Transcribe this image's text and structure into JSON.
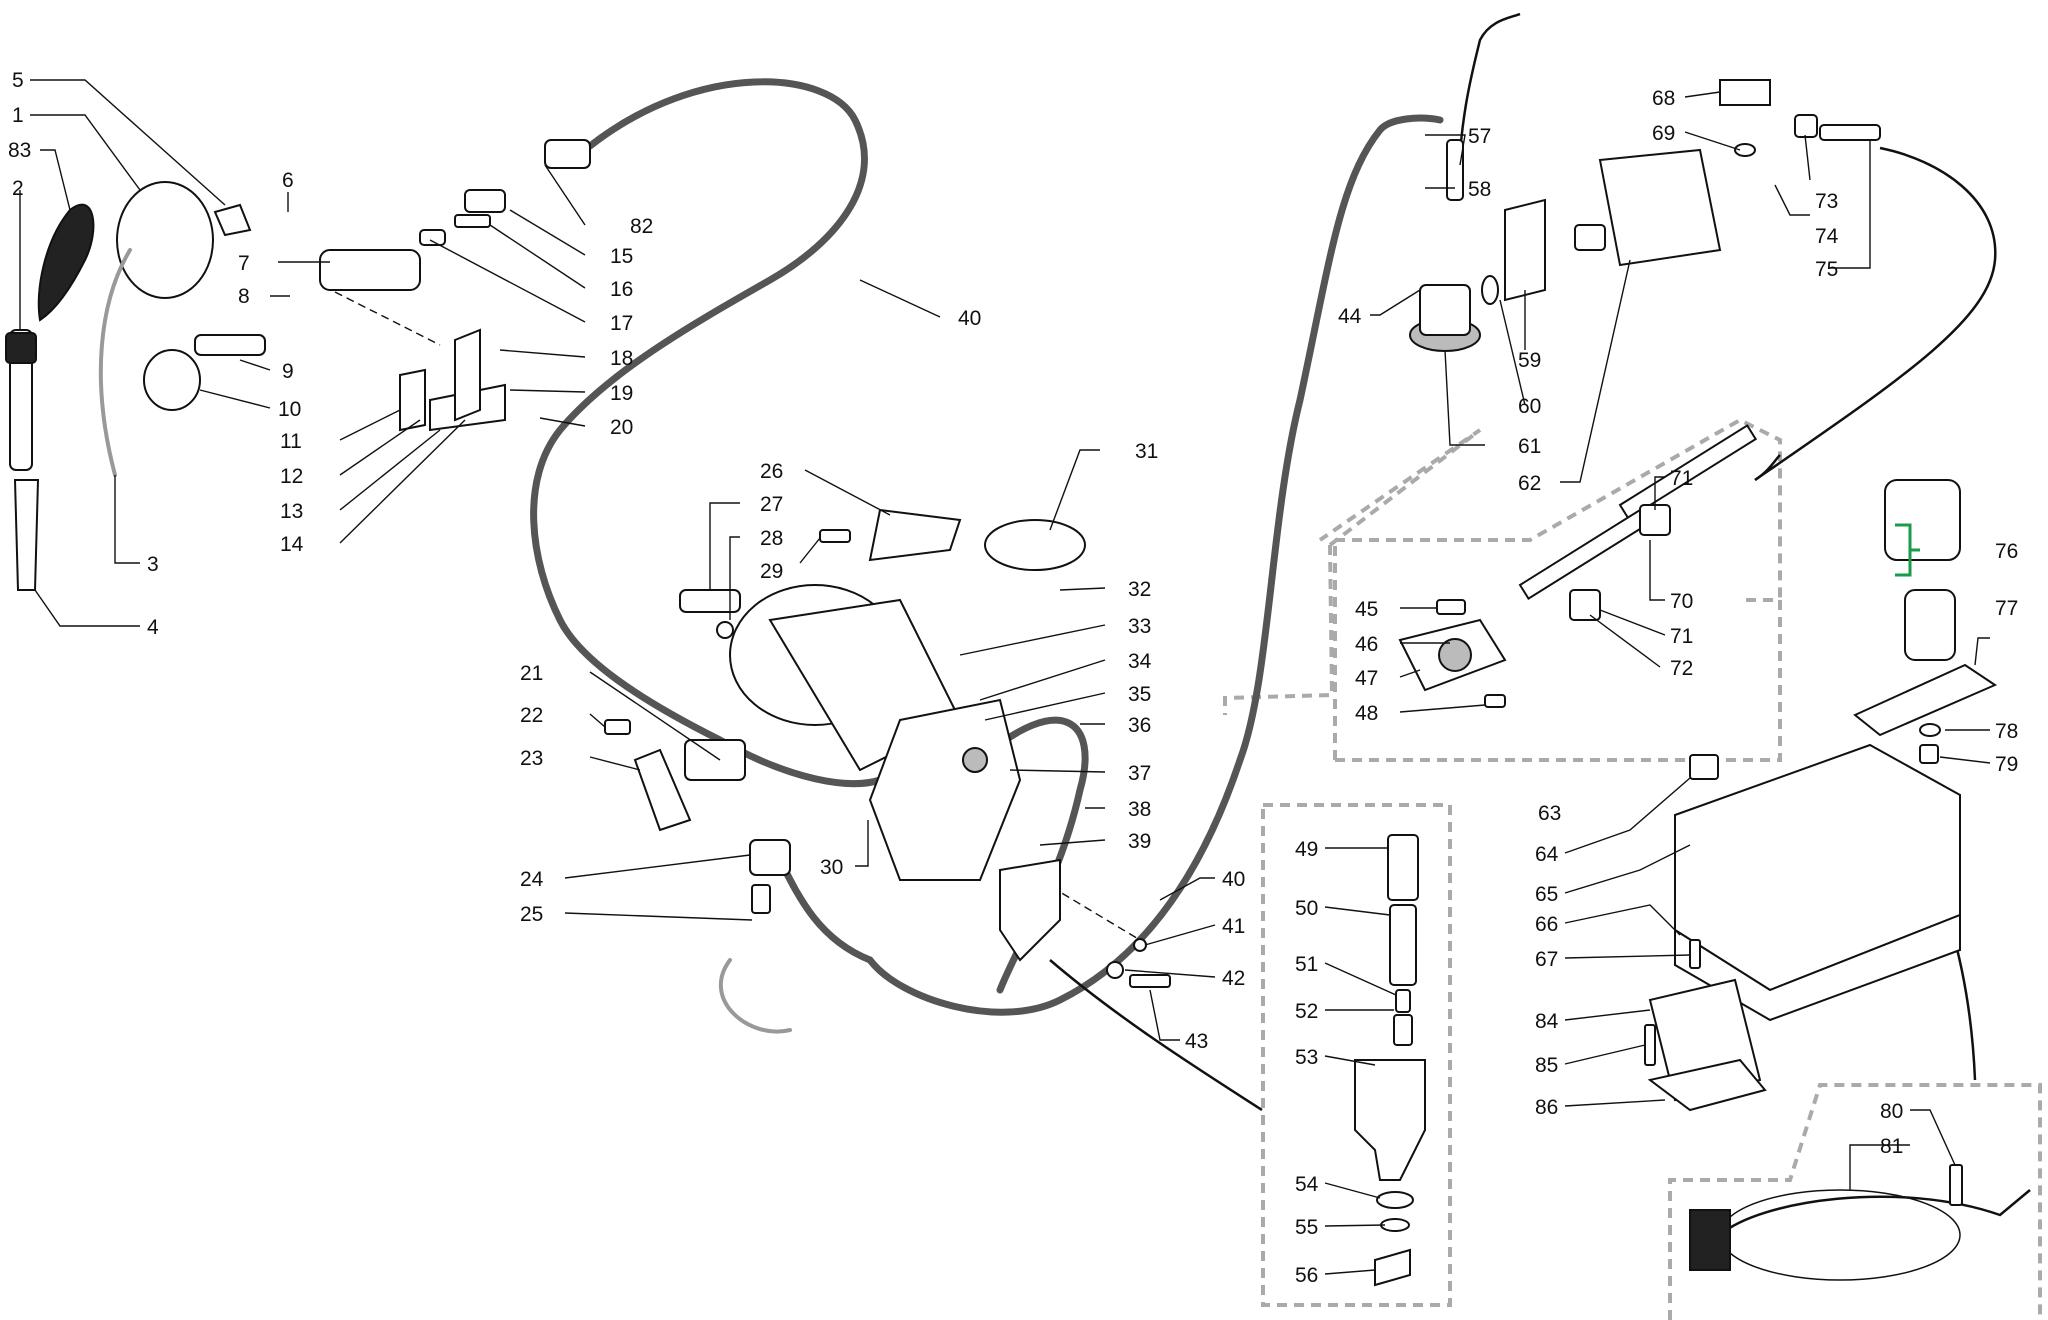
{
  "labels": [
    "5",
    "1",
    "83",
    "2",
    "6",
    "7",
    "8",
    "9",
    "10",
    "3",
    "4",
    "11",
    "12",
    "13",
    "14",
    "15",
    "16",
    "17",
    "18",
    "19",
    "20",
    "82",
    "40",
    "26",
    "27",
    "28",
    "29",
    "31",
    "32",
    "33",
    "34",
    "35",
    "36",
    "21",
    "22",
    "23",
    "24",
    "25",
    "37",
    "38",
    "39",
    "30",
    "41",
    "42",
    "43",
    "49",
    "50",
    "51",
    "52",
    "53",
    "54",
    "55",
    "56",
    "57",
    "58",
    "44",
    "59",
    "60",
    "61",
    "62",
    "68",
    "69",
    "73",
    "74",
    "75",
    "71",
    "70",
    "72",
    "45",
    "46",
    "47",
    "48",
    "63",
    "76",
    "77",
    "78",
    "79",
    "64",
    "65",
    "66",
    "67",
    "84",
    "85",
    "86",
    "80",
    "81"
  ],
  "colors": {
    "bracket": "#1a9b4a",
    "dashed_group": "#aaaaaa",
    "tube": "#555555"
  }
}
